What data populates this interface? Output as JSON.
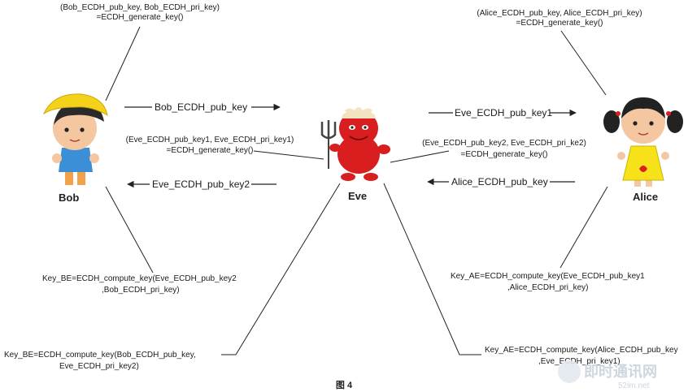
{
  "characters": {
    "bob": "Bob",
    "eve": "Eve",
    "alice": "Alice"
  },
  "notes": {
    "bob_gen_1": "(Bob_ECDH_pub_key, Bob_ECDH_pri_key)",
    "bob_gen_2": "=ECDH_generate_key()",
    "alice_gen_1": "(Alice_ECDH_pub_key, Alice_ECDH_pri_key)",
    "alice_gen_2": "=ECDH_generate_key()",
    "eve_gen1_1": "(Eve_ECDH_pub_key1, Eve_ECDH_pri_key1)",
    "eve_gen1_2": "=ECDH_generate_key()",
    "eve_gen2_1": "(Eve_ECDH_pub_key2, Eve_ECDH_pri_ke2)",
    "eve_gen2_2": "=ECDH_generate_key()",
    "bob_compute_1": "Key_BE=ECDH_compute_key(Eve_ECDH_pub_key2",
    "bob_compute_2": ",Bob_ECDH_pri_key)",
    "alice_compute_1": "Key_AE=ECDH_compute_key(Eve_ECDH_pub_key1",
    "alice_compute_2": ",Alice_ECDH_pri_key)",
    "eve_compute_be_1": "Key_BE=ECDH_compute_key(Bob_ECDH_pub_key,",
    "eve_compute_be_2": "Eve_ECDH_pri_key2)",
    "eve_compute_ae_1": "Key_AE=ECDH_compute_key(Alice_ECDH_pub_key",
    "eve_compute_ae_2": ",Eve_ECDH_pri_key1)"
  },
  "arrows": {
    "bob_to_eve": "Bob_ECDH_pub_key",
    "eve_to_alice": "Eve_ECDH_pub_key1",
    "eve_to_bob": "Eve_ECDH_pub_key2",
    "alice_to_eve": "Alice_ECDH_pub_key"
  },
  "caption": "图 4",
  "watermark": {
    "brand": "即时通讯网",
    "site": "52im.net"
  },
  "colors": {
    "eve_red": "#d81e1e",
    "bob_hat": "#f5d21a",
    "bob_shirt": "#3a8fd6",
    "alice_dress": "#f7e21a",
    "skin": "#f4c7a1"
  }
}
